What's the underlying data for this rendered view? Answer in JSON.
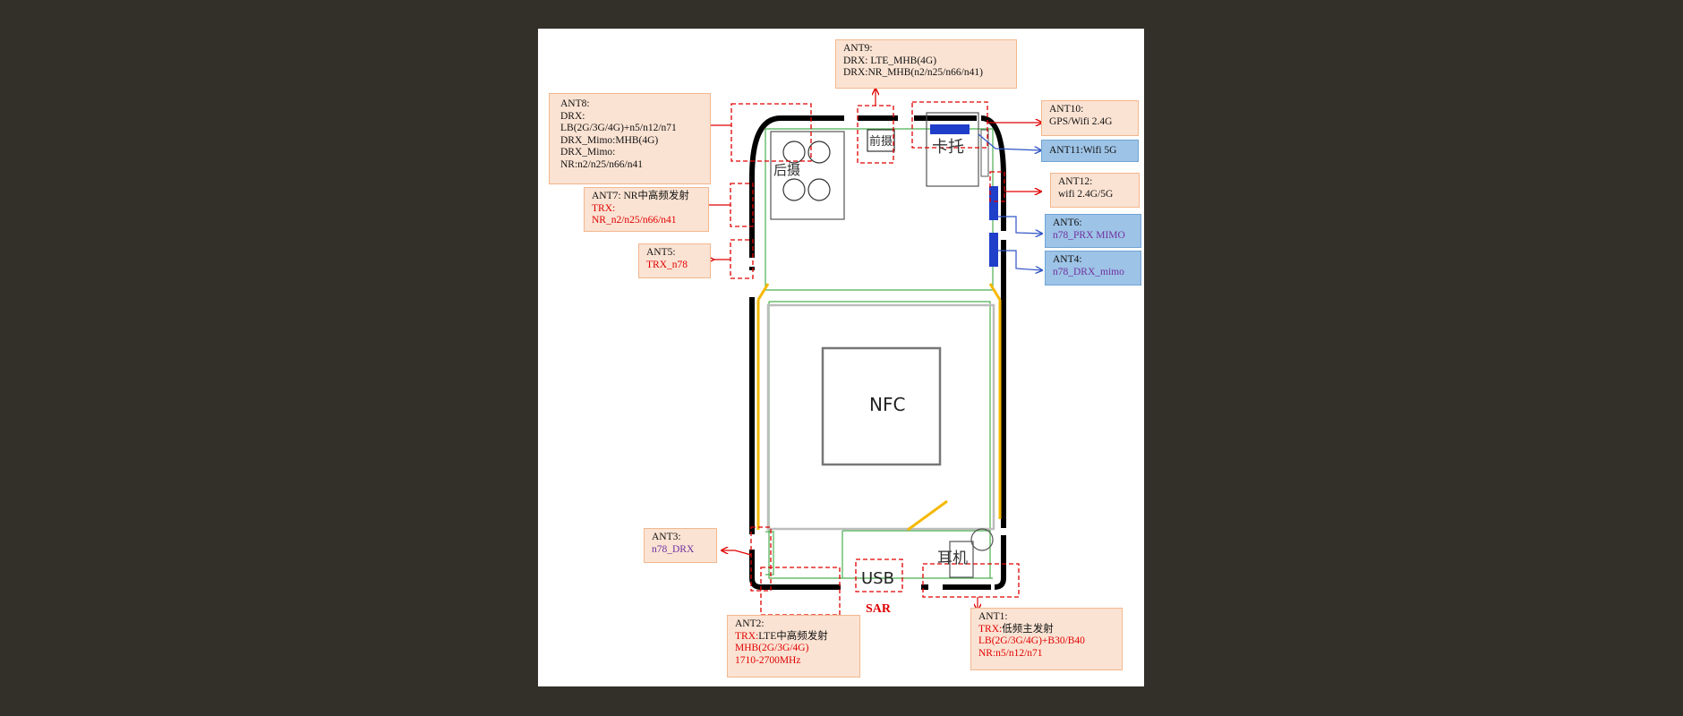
{
  "colors": {
    "page_background": "#33302a",
    "canvas": "#ffffff",
    "label_fill": "#fbe3d3",
    "label_blue_fill": "#9dc3e6",
    "antenna_red": "#e00000",
    "arrow_blue": "#2f53c4",
    "pcb_green": "#4caf50",
    "coil_yellow": "#f5b800",
    "text_purple": "#7030a0"
  },
  "components": {
    "rear_camera": "后摄",
    "front_camera": "前摄",
    "card_tray": "卡托",
    "nfc": "NFC",
    "usb": "USB",
    "earphone": "耳机",
    "sar": "SAR"
  },
  "antennas": {
    "ant9": {
      "name": "ANT9:",
      "lines": [
        "DRX: LTE_MHB(4G)",
        "DRX:NR_MHB(n2/n25/n66/n41)"
      ]
    },
    "ant8": {
      "name": "ANT8:",
      "lines": [
        "DRX:",
        "LB(2G/3G/4G)+n5/n12/n71",
        "DRX_Mimo:MHB(4G)",
        "DRX_Mimo:",
        "NR:n2/n25/n66/n41"
      ]
    },
    "ant10": {
      "name": "ANT10:",
      "line1": "GPS/Wifi 2.4G"
    },
    "ant11": {
      "name": "ANT11:Wifi 5G"
    },
    "ant12": {
      "name": "ANT12:",
      "line1": "wifi 2.4G/5G"
    },
    "ant7": {
      "name": "ANT7: NR中高频发射",
      "trx": "TRX:",
      "band": "NR_n2/n25/n66/n41"
    },
    "ant6": {
      "name": "ANT6:",
      "band": "n78_PRX MIMO"
    },
    "ant4": {
      "name": "ANT4:",
      "band": "n78_DRX_mimo"
    },
    "ant5": {
      "name": "ANT5:",
      "band": "TRX_n78"
    },
    "ant3": {
      "name": "ANT3:",
      "band": "n78_DRX"
    },
    "ant2": {
      "name": "ANT2:",
      "trx": "TRX:",
      "title": "LTE中高频发射",
      "bands": "MHB(2G/3G/4G)",
      "freq": "1710-2700MHz"
    },
    "ant1": {
      "name": "ANT1:",
      "trx": "TRX:",
      "title": "低频主发射",
      "line2": "LB(2G/3G/4G)+B30/B40",
      "line3": "NR:n5/n12/n71"
    }
  }
}
